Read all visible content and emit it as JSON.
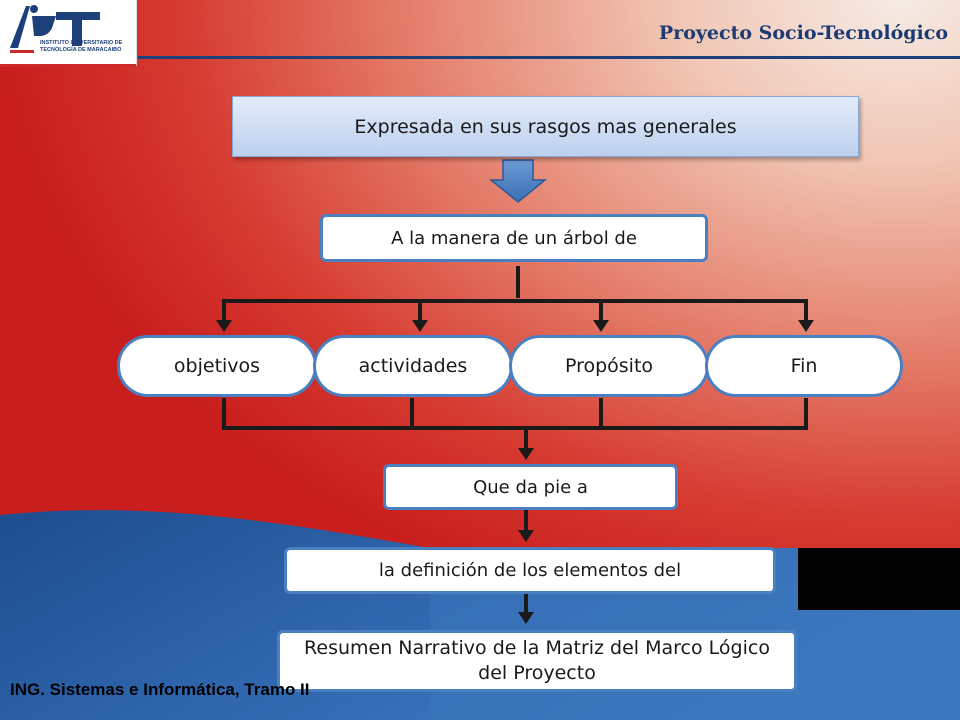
{
  "header": {
    "title": "Proyecto Socio-Tecnológico"
  },
  "logo": {
    "name": "IUT",
    "caption_line1": "INSTITUTO UNIVERSITARIO DE",
    "caption_line2": "TECNOLOGÍA DE MARACAIBO"
  },
  "diagram": {
    "top": "Expresada en sus rasgos mas generales",
    "tree": "A la manera de un árbol de",
    "branches": [
      "objetivos",
      "actividades",
      "Propósito",
      "Fin"
    ],
    "step1": "Que da pie a",
    "step2": "la definición de los  elementos del",
    "result": "Resumen Narrativo de la Matriz del Marco Lógico del Proyecto"
  },
  "footer": {
    "text": "ING. Sistemas e Informática, Tramo II"
  },
  "colors": {
    "accent_blue": "#4a7fc1",
    "navy": "#1c3a73",
    "red": "#c81e1e"
  }
}
